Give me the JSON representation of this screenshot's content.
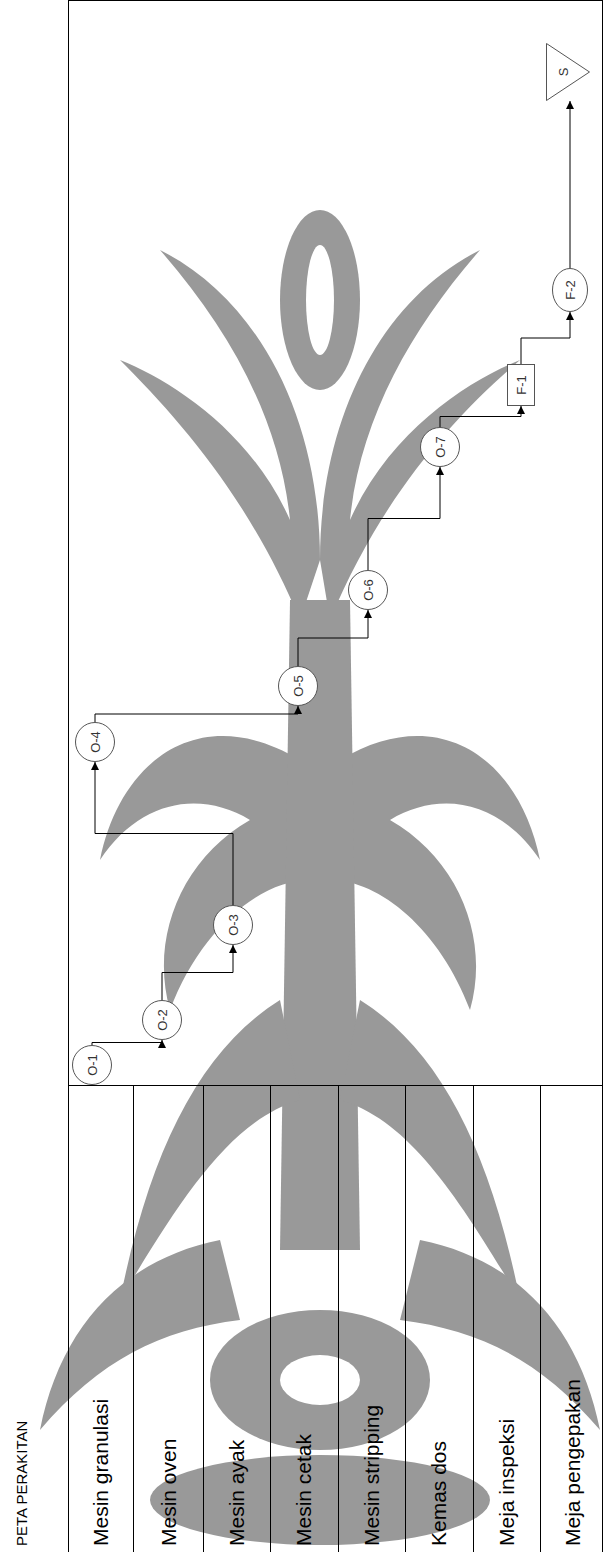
{
  "diagram": {
    "title": "PETA PERAKITAN",
    "nodes": [
      {
        "text": [
          "O-1"
        ]
      },
      {
        "text": [
          "O-2"
        ]
      },
      {
        "text": [
          "O-3"
        ]
      },
      {
        "text": [
          "O-4"
        ]
      },
      {
        "text": [
          "O-5"
        ]
      },
      {
        "text": [
          "O-6"
        ]
      },
      {
        "text": [
          "O-7"
        ]
      },
      {
        "text": [
          "F-1"
        ]
      },
      {
        "text": [
          "F-2"
        ]
      },
      {
        "text": [
          "S"
        ]
      }
    ],
    "edges": [
      {
        "from": 0,
        "to": 1,
        "arrow": "to"
      },
      {
        "from": 1,
        "to": 2,
        "arrow": "to"
      },
      {
        "from": 2,
        "to": 3,
        "arrow": "to"
      },
      {
        "from": 3,
        "to": 4,
        "arrow": "to"
      },
      {
        "from": 4,
        "to": 5,
        "arrow": "to"
      },
      {
        "from": 5,
        "to": 6,
        "arrow": "to"
      },
      {
        "from": 6,
        "to": 7,
        "arrow": "to"
      },
      {
        "from": 7,
        "to": 8,
        "arrow": "to"
      },
      {
        "from": 8,
        "to": 9,
        "arrow": "to"
      }
    ],
    "labels": [
      "Mesin granulasi",
      "Mesin oven",
      "Mesin ayak",
      "Mesin cetak",
      "Mesin stripping",
      "Kemas dos",
      "Meja inspeksi",
      "Meja pengepakan"
    ]
  }
}
